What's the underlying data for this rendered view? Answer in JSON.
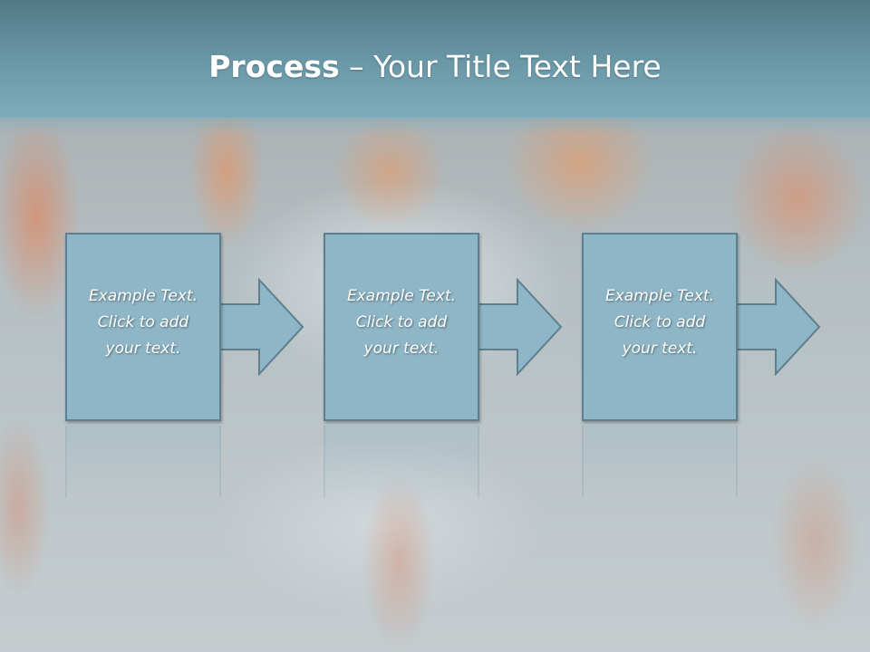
{
  "slide": {
    "title_bold": "Process",
    "title_rest": " – Your Title Text Here"
  },
  "steps": [
    {
      "text": "Example Text.\nClick  to add\nyour text."
    },
    {
      "text": "Example Text.\nClick  to add\nyour text."
    },
    {
      "text": "Example Text.\nClick  to add\nyour text."
    }
  ],
  "colors": {
    "header": "#6b99a8",
    "box_fill": "#8fb6c6",
    "box_border": "#5d7f8e",
    "text": "#ffffff"
  }
}
